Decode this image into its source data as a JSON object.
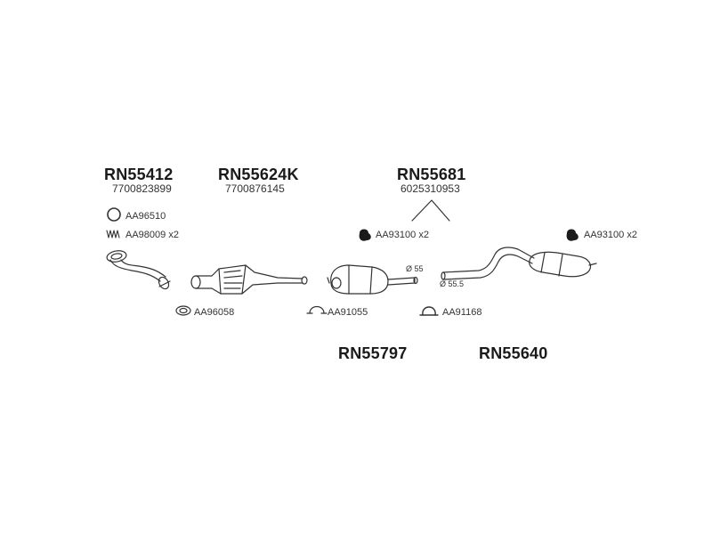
{
  "parts": {
    "front_pipe": {
      "code": "RN55412",
      "oem": "7700823899"
    },
    "catalyst": {
      "code": "RN55624K",
      "oem": "7700876145"
    },
    "rear_group": {
      "code": "RN55681",
      "oem": "6025310953"
    },
    "middle_silencer": {
      "code": "RN55797"
    },
    "rear_silencer": {
      "code": "RN55640"
    }
  },
  "accessories": {
    "gasket_ring": "AA96510",
    "spring_kit": "AA98009 x2",
    "flange_gasket": "AA96058",
    "clamp_middle": "AA91055",
    "clamp_rear": "AA91168",
    "rubber_mount_center": "AA93100 x2",
    "rubber_mount_right": "AA93100 x2"
  },
  "dimensions": {
    "pipe_diameter_a": "Ø 55",
    "pipe_diameter_b": "Ø 55.5"
  },
  "colors": {
    "ink": "#1a1a1a",
    "stroke": "#333333"
  }
}
